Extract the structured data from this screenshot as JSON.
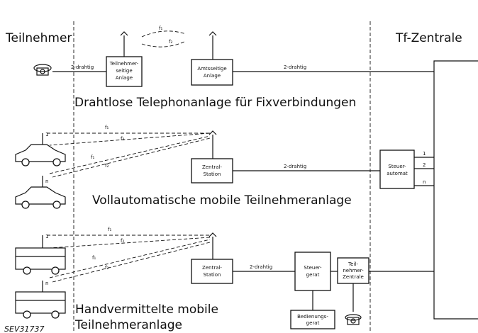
{
  "header": {
    "left": "Teilnehmer",
    "right": "Tf-Zentrale"
  },
  "section1": {
    "caption": "Drahtlose Telephonanlage für Fixverbindungen",
    "box_left": [
      "Teilnehmer-",
      "seitige",
      "Anlage"
    ],
    "box_right": [
      "Amtsseitige",
      "Anlage"
    ],
    "wire_left": "2-drahtig",
    "wire_right": "2-drahtig",
    "f1": "f₁",
    "f2": "f₂"
  },
  "section2": {
    "caption": "Vollautomatische mobile Teilnehmeranlage",
    "station": [
      "Zentral-",
      "Station"
    ],
    "controller": [
      "Steuer-",
      "automat"
    ],
    "wire": "2-drahtig",
    "ports": [
      "1",
      "2",
      "n"
    ],
    "vehicle_top": "1",
    "vehicle_bottom": "n",
    "freq": [
      "f₁",
      "f₂",
      "f₁",
      "f₂"
    ]
  },
  "section3": {
    "caption_line1": "Handvermittelte mobile",
    "caption_line2": "Teilnehmeranlage",
    "station": [
      "Zentral-",
      "Station"
    ],
    "controller": [
      "Steuer-",
      "gerat"
    ],
    "exchange": [
      "Teil-",
      "nehmer-",
      "Zentrale"
    ],
    "operator": [
      "Bedienungs-",
      "gerat"
    ],
    "wire": "2-drahtig",
    "vehicle_top": "1",
    "vehicle_bottom": "n",
    "freq": [
      "f₁",
      "f₂",
      "f₁",
      "f₂"
    ]
  },
  "footer": {
    "ref": "SEV31737"
  }
}
